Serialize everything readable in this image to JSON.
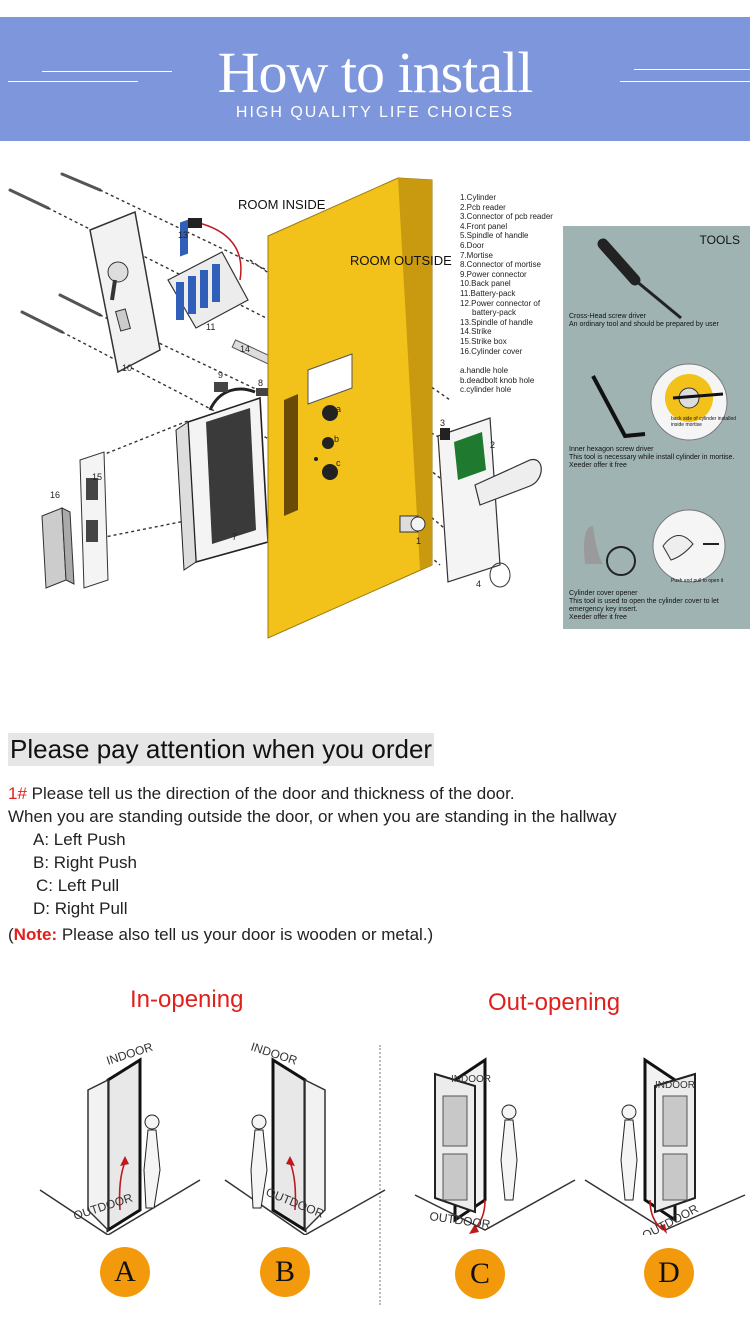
{
  "banner": {
    "title": "How to install",
    "subtitle": "HIGH QUALITY LIFE CHOICES",
    "color": "#7e96dc"
  },
  "diagram": {
    "room_inside": "ROOM INSIDE",
    "room_outside": "ROOM OUTSIDE",
    "part_numbers": [
      "1",
      "2",
      "3",
      "4",
      "7",
      "8",
      "9",
      "10",
      "11",
      "12",
      "13",
      "14",
      "15",
      "16"
    ],
    "hole_letters": [
      "a",
      "b",
      "c"
    ],
    "legend": [
      "1.Cylinder",
      "2.Pcb reader",
      "3.Connector of pcb reader",
      "4.Front panel",
      "5.Spindle of handle",
      "6.Door",
      "7.Mortise",
      "8.Connector of mortise",
      "9.Power connector",
      "10.Back panel",
      "11.Battery-pack",
      "12.Power connector of",
      "battery-pack",
      "13.Spindle of handle",
      "14.Strike",
      "15.Strike box",
      "16.Cylinder cover",
      "",
      "a.handle hole",
      "b.deadbolt knob hole",
      "c.cylinder hole"
    ],
    "door_color": "#f2c21a"
  },
  "tools": {
    "title": "TOOLS",
    "screwdriver": [
      "Cross-Head screw driver",
      "An ordinary tool and should be prepared by user"
    ],
    "hex_caption": "back side of cylinder installed inside mortise",
    "hex": [
      "Inner hexagon screw driver",
      "This tool is necessary while install cylinder in mortise.",
      "Xeeder offer it free"
    ],
    "push_caption": "Push and pull to open it",
    "opener": [
      "Cylinder cover opener",
      "This tool is used to open the cylinder cover to let",
      "emergency key insert.",
      "Xeeder offer it free"
    ]
  },
  "order": {
    "heading": "Please pay attention when you order",
    "prefix": "1#",
    "line1": " Please tell us the direction of the door and thickness of the door.",
    "line2": "When you are standing outside the door, or when you are standing in the hallway",
    "options": [
      "A: Left Push",
      "B: Right Push",
      "C: Left Pull",
      "D: Right Pull"
    ],
    "note_open": "(",
    "note_label": "Note:",
    "note_text": " Please also tell us your door is wooden or metal.)"
  },
  "opening": {
    "in_label": "In-opening",
    "out_label": "Out-opening",
    "indoor": "INDOOR",
    "outdoor": "OUTDOOR",
    "letters": [
      "A",
      "B",
      "C",
      "D"
    ],
    "accent": "#f39a0c"
  }
}
